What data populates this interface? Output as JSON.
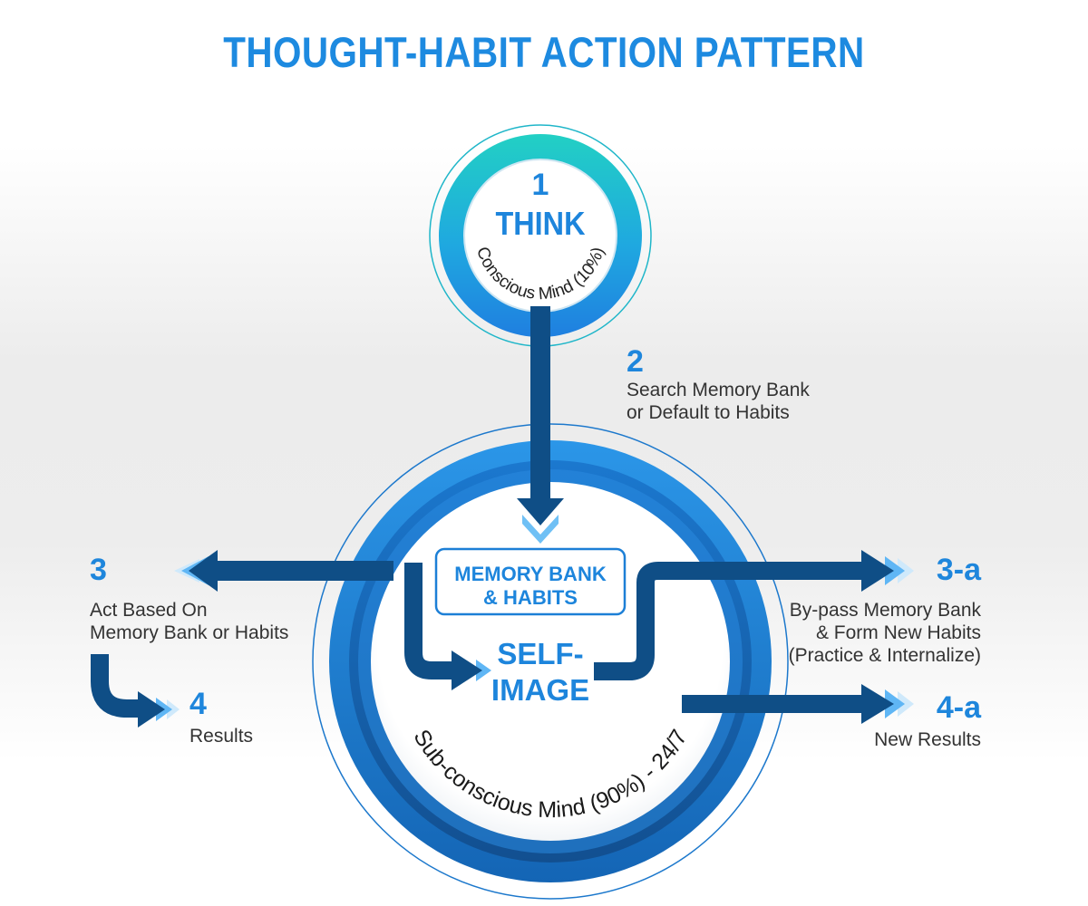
{
  "title": "THOUGHT-HABIT ACTION PATTERN",
  "colors": {
    "title": "#1d8ae0",
    "arrow": "#0f4e86",
    "accent_blue": "#1b7fd8",
    "teal": "#18c3c9",
    "outline_light": "#5fb6f5"
  },
  "think": {
    "number": "1",
    "label": "THINK",
    "arc_text": "Conscious Mind (10%)"
  },
  "step2": {
    "number": "2",
    "line1": "Search Memory Bank",
    "line2": "or Default to Habits"
  },
  "core": {
    "memory_line1": "MEMORY BANK",
    "memory_line2": "& HABITS",
    "self_line1": "SELF-",
    "self_line2": "IMAGE",
    "arc_text": "Sub-conscious Mind (90%) - 24/7"
  },
  "step3": {
    "number": "3",
    "line1": "Act Based On",
    "line2": "Memory Bank or Habits"
  },
  "step4": {
    "number": "4",
    "line1": "Results"
  },
  "step3a": {
    "number": "3-a",
    "line1": "By-pass Memory Bank",
    "line2": "& Form New Habits",
    "line3": "(Practice & Internalize)"
  },
  "step4a": {
    "number": "4-a",
    "line1": "New Results"
  }
}
